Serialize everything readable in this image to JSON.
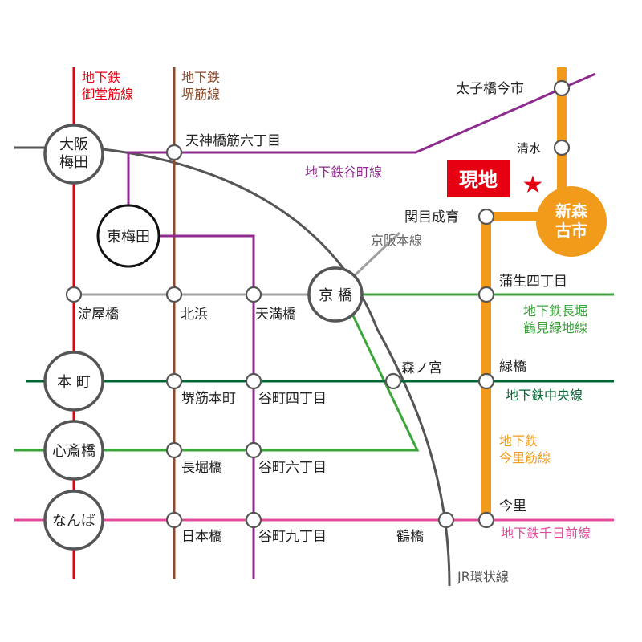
{
  "colors": {
    "midosuji": "#e60012",
    "sakaisuji": "#8b4a2b",
    "tanimachi": "#8e2b8e",
    "chuo": "#006633",
    "nagahori": "#3aa63a",
    "sennichimae": "#e44b9a",
    "imazatosuji": "#f29a1a",
    "jr": "#555555",
    "keihan": "#a0a0a0",
    "site": "#e60012"
  },
  "lines": {
    "midosuji": "地下鉄\n御堂筋線",
    "sakaisuji": "地下鉄\n堺筋線",
    "tanimachi": "地下鉄谷町線",
    "keihan": "京阪本線",
    "nagahori": "地下鉄長堀\n鶴見緑地線",
    "chuo": "地下鉄中央線",
    "imazatosuji": "地下鉄\n今里筋線",
    "sennichimae": "地下鉄千日前線",
    "jr": "JR環状線"
  },
  "stations": {
    "umeda": "大阪\n梅田",
    "higashi_umeda": "東梅田",
    "kyobashi": "京 橋",
    "hommachi": "本 町",
    "shinsaibashi": "心斎橋",
    "namba": "なんば",
    "shin_morimachi": "新森\n古市",
    "tenjimbashi": "天神橋筋六丁目",
    "yodoyabashi": "淀屋橋",
    "kitahama": "北浜",
    "temmabashi": "天満橋",
    "sakaisuji_hommachi": "堺筋本町",
    "tanimachi4": "谷町四丁目",
    "nagahoribashi": "長堀橋",
    "tanimachi6": "谷町六丁目",
    "nippombashi": "日本橋",
    "tanimachi9": "谷町九丁目",
    "morinomiya": "森ノ宮",
    "tsuruhashi": "鶴橋",
    "taishibashi": "太子橋今市",
    "shimizu": "清水",
    "sekime": "関目成育",
    "gamo4": "蒲生四丁目",
    "midoribashi": "緑橋",
    "imazato": "今里"
  },
  "site": {
    "label": "現地",
    "marker": "star-icon"
  }
}
